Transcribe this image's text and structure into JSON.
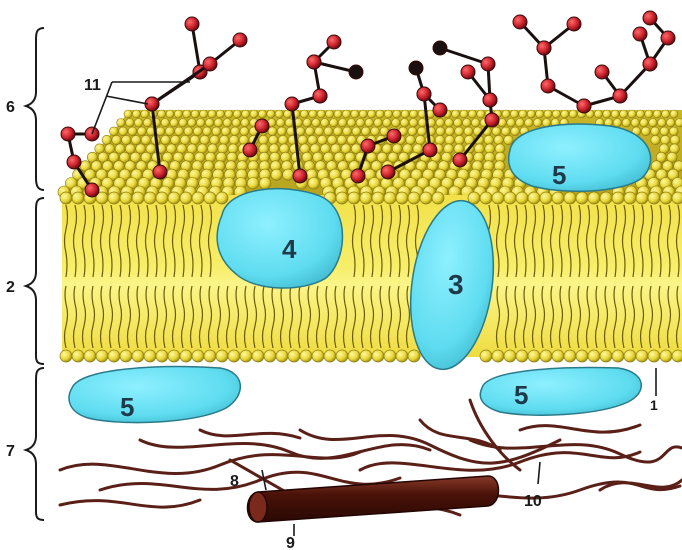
{
  "diagram": {
    "labels": {
      "l1": "1",
      "l2": "2",
      "l3": "3",
      "l4": "4",
      "l5a": "5",
      "l5b": "5",
      "l5c": "5",
      "l6": "6",
      "l7": "7",
      "l8": "8",
      "l9": "9",
      "l10": "10",
      "l11": "11"
    },
    "colors": {
      "lipid_head": "#e8dc3a",
      "lipid_head_edge": "#8a7a10",
      "lipid_tail": "#5a4a08",
      "membrane_core": "#f5ea55",
      "protein": "#5fdcf0",
      "protein_edge": "#2a7a8a",
      "glycan_node": "#c8202a",
      "glycan_dark": "#1a1010",
      "fiber": "#5a2018",
      "microtubule": "#5a1810"
    }
  }
}
